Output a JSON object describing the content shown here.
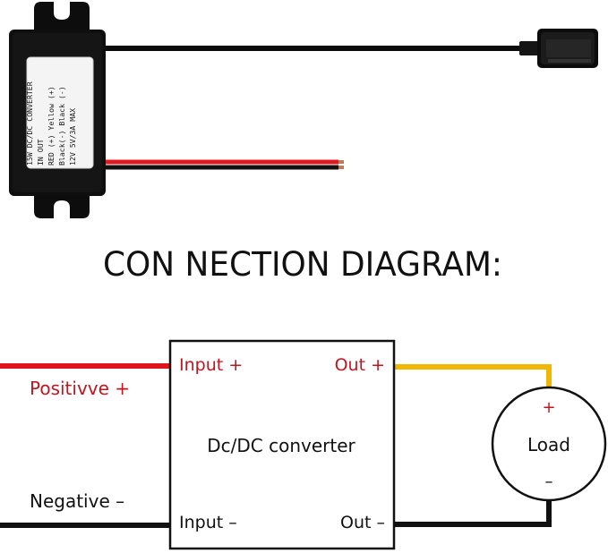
{
  "product": {
    "sticker_lines": [
      "15W DC/DC  CONVERTER",
      "IN              OUT",
      "RED (+)    Yellow (+)",
      "Black(-)    Black  (-)",
      "12V    5V/3A   MAX"
    ]
  },
  "title": "CON NECTION DIAGRAM:",
  "diagram": {
    "converter_label": "Dc/DC converter",
    "input_plus": "Input +",
    "input_minus": "Input –",
    "out_plus": "Out +",
    "out_minus": "Out –",
    "positive_label": "Positivve +",
    "negative_label": "Negative –",
    "load_label": "Load",
    "load_plus": "+",
    "load_minus": "–"
  },
  "colors": {
    "red_wire": "#e0141c",
    "yellow_wire": "#f2b705",
    "black_wire": "#111111",
    "label_red": "#c0161f"
  }
}
